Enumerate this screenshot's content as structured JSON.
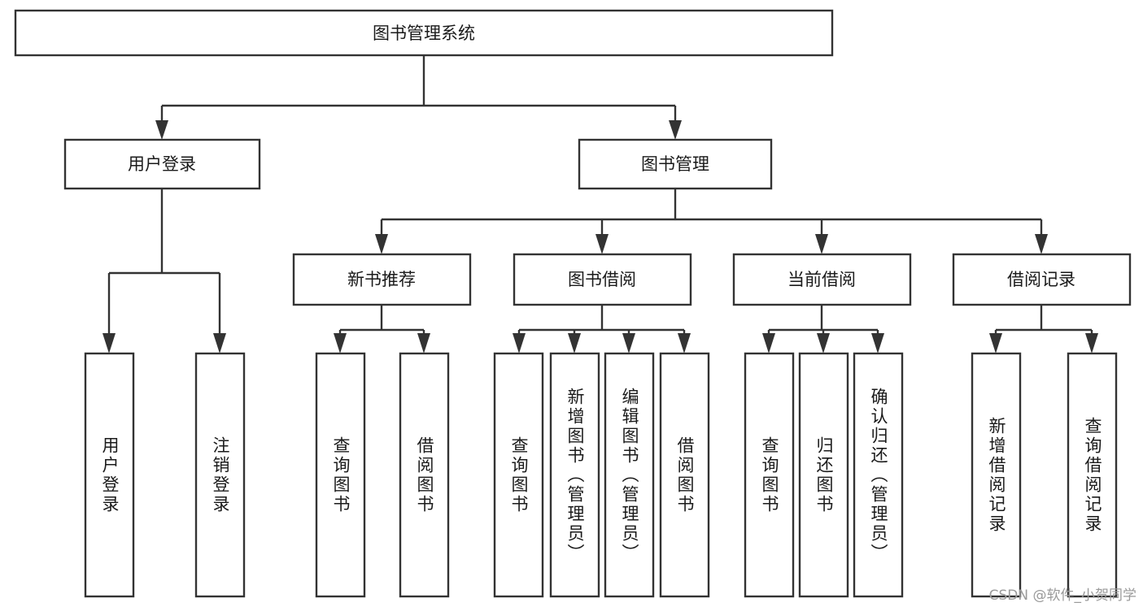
{
  "diagram": {
    "title": "图书管理系统",
    "type": "tree-hierarchy",
    "watermark": "CSDN @软件_小贺同学",
    "colors": {
      "stroke": "#333333",
      "fill": "#ffffff",
      "text": "#1a1a1a",
      "watermark": "#9a9a9a",
      "background": "#ffffff"
    },
    "root": {
      "label": "图书管理系统"
    },
    "level2": [
      {
        "id": "user-login",
        "label": "用户登录"
      },
      {
        "id": "book-manage",
        "label": "图书管理"
      }
    ],
    "level3": [
      {
        "id": "new-book-rec",
        "label": "新书推荐"
      },
      {
        "id": "book-borrow",
        "label": "图书借阅"
      },
      {
        "id": "current-borrow",
        "label": "当前借阅"
      },
      {
        "id": "borrow-record",
        "label": "借阅记录"
      }
    ],
    "leaves": {
      "user-login": [
        {
          "id": "leaf-user-login",
          "label": "用户登录"
        },
        {
          "id": "leaf-logout-login",
          "label": "注销登录"
        }
      ],
      "new-book-rec": [
        {
          "id": "leaf-query-book-1",
          "label": "查询图书"
        },
        {
          "id": "leaf-borrow-book-1",
          "label": "借阅图书"
        }
      ],
      "book-borrow": [
        {
          "id": "leaf-query-book-2",
          "label": "查询图书"
        },
        {
          "id": "leaf-add-book",
          "label": "新增图书（管理员）"
        },
        {
          "id": "leaf-edit-book",
          "label": "编辑图书（管理员）"
        },
        {
          "id": "leaf-borrow-book-2",
          "label": "借阅图书"
        }
      ],
      "current-borrow": [
        {
          "id": "leaf-query-book-3",
          "label": "查询图书"
        },
        {
          "id": "leaf-return-book",
          "label": "归还图书"
        },
        {
          "id": "leaf-confirm-return",
          "label": "确认归还（管理员）"
        }
      ],
      "borrow-record": [
        {
          "id": "leaf-add-record",
          "label": "新增借阅记录"
        },
        {
          "id": "leaf-query-record",
          "label": "查询借阅记录"
        }
      ]
    }
  }
}
